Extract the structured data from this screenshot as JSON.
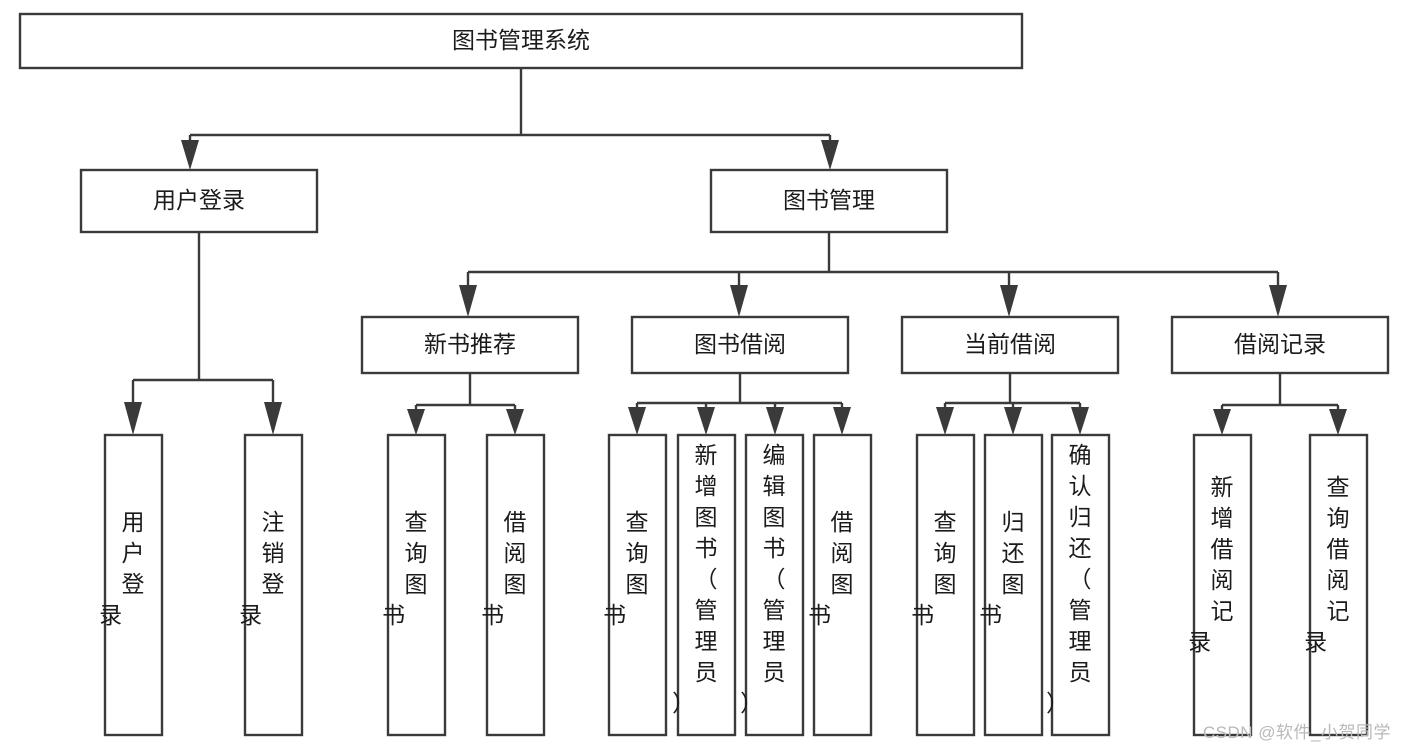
{
  "diagram": {
    "type": "tree-hierarchy-chart",
    "title": "图书管理系统",
    "orientation": "top-down",
    "colors": {
      "box_stroke": "#3a3a3a",
      "box_fill": "#ffffff",
      "text": "#1b1b1b",
      "edge": "#3a3a3a",
      "background": "#ffffff",
      "watermark": "#b9b9b9"
    },
    "levels": {
      "root": "图书管理系统",
      "level2": [
        "用户登录",
        "图书管理"
      ],
      "level3": [
        "新书推荐",
        "图书借阅",
        "当前借阅",
        "借阅记录"
      ]
    },
    "nodes": {
      "root": {
        "label": "图书管理系统"
      },
      "user_login": {
        "label": "用户登录"
      },
      "book_manage": {
        "label": "图书管理"
      },
      "new_book_rec": {
        "label": "新书推荐"
      },
      "book_borrow": {
        "label": "图书借阅"
      },
      "current_borrow": {
        "label": "当前借阅"
      },
      "borrow_record": {
        "label": "借阅记录"
      },
      "leaf_user_login": {
        "label": "用户登录"
      },
      "leaf_logout": {
        "label": "注销登录"
      },
      "leaf_query_book_1": {
        "label": "查询图书"
      },
      "leaf_borrow_book_1": {
        "label": "借阅图书"
      },
      "leaf_query_book_2": {
        "label": "查询图书"
      },
      "leaf_add_book": {
        "label": "新增图书（管理员）"
      },
      "leaf_edit_book": {
        "label": "编辑图书（管理员）"
      },
      "leaf_borrow_book_2": {
        "label": "借阅图书"
      },
      "leaf_query_book_3": {
        "label": "查询图书"
      },
      "leaf_return_book": {
        "label": "归还图书"
      },
      "leaf_confirm_return": {
        "label": "确认归还（管理员）"
      },
      "leaf_add_record": {
        "label": "新增借阅记录"
      },
      "leaf_query_record": {
        "label": "查询借阅记录"
      }
    },
    "edges": [
      {
        "from": "root",
        "to": "user_login"
      },
      {
        "from": "root",
        "to": "book_manage"
      },
      {
        "from": "user_login",
        "to": "leaf_user_login"
      },
      {
        "from": "user_login",
        "to": "leaf_logout"
      },
      {
        "from": "book_manage",
        "to": "new_book_rec"
      },
      {
        "from": "book_manage",
        "to": "book_borrow"
      },
      {
        "from": "book_manage",
        "to": "current_borrow"
      },
      {
        "from": "book_manage",
        "to": "borrow_record"
      },
      {
        "from": "new_book_rec",
        "to": "leaf_query_book_1"
      },
      {
        "from": "new_book_rec",
        "to": "leaf_borrow_book_1"
      },
      {
        "from": "book_borrow",
        "to": "leaf_query_book_2"
      },
      {
        "from": "book_borrow",
        "to": "leaf_add_book"
      },
      {
        "from": "book_borrow",
        "to": "leaf_edit_book"
      },
      {
        "from": "book_borrow",
        "to": "leaf_borrow_book_2"
      },
      {
        "from": "current_borrow",
        "to": "leaf_query_book_3"
      },
      {
        "from": "current_borrow",
        "to": "leaf_return_book"
      },
      {
        "from": "current_borrow",
        "to": "leaf_confirm_return"
      },
      {
        "from": "borrow_record",
        "to": "leaf_add_record"
      },
      {
        "from": "borrow_record",
        "to": "leaf_query_record"
      }
    ]
  },
  "watermark": {
    "text": "CSDN @软件_小贺同学"
  }
}
